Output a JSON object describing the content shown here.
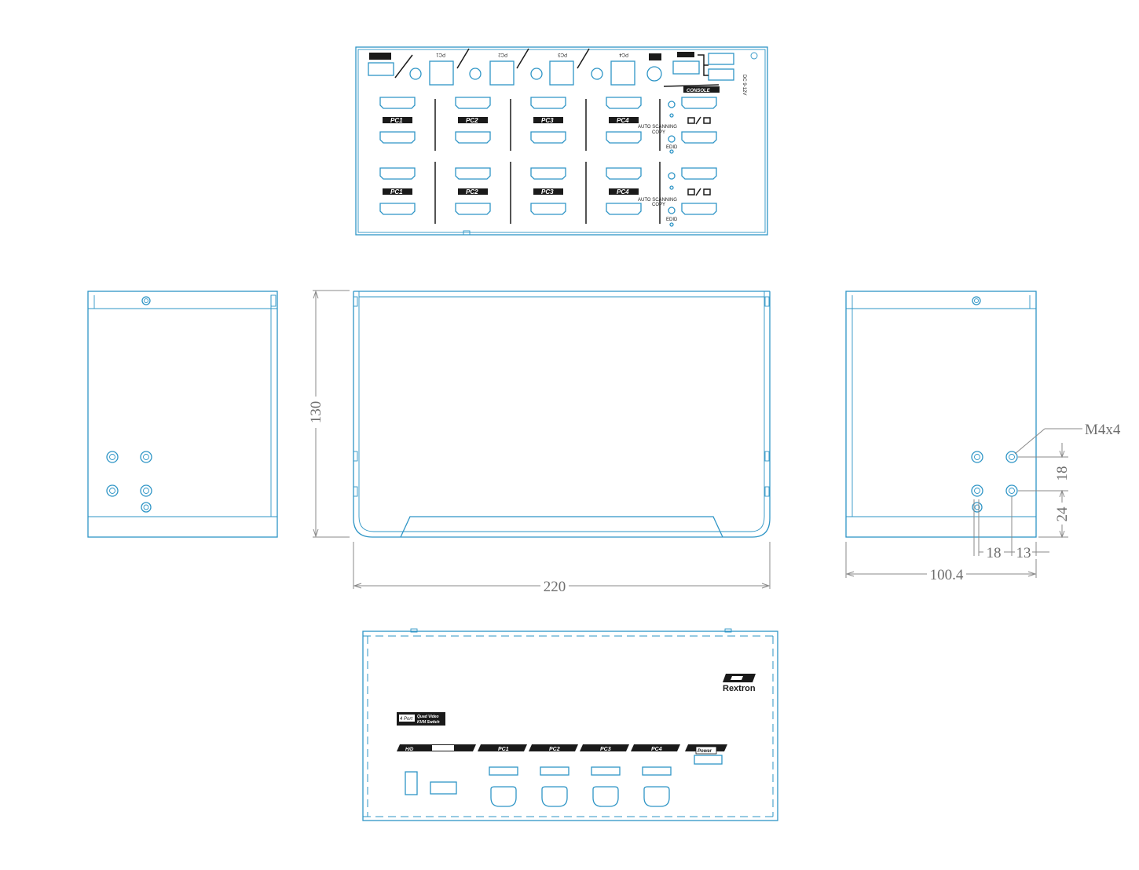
{
  "dimensions": {
    "height_value": "130",
    "width_value": "220",
    "depth_value": "100.4",
    "screw_label": "M4x4",
    "hole_vertical_spacing": "18",
    "hole_bottom_offset": "24",
    "hole_horizontal_spacing": "18",
    "hole_edge_offset": "13"
  },
  "rear_panel": {
    "pc_labels": [
      "PC1",
      "PC2",
      "PC3",
      "PC4"
    ],
    "console_label": "CONSOLE",
    "dc_label": "DC 9-12V",
    "auto_scan_label": "AUTO SCANNING",
    "copy_label": "COPY",
    "edid_label": "EDID"
  },
  "front_panel": {
    "brand": "Rextron",
    "model_line1": "4 Port",
    "model_line2": "Quad Video",
    "model_line3": "KVM Switch",
    "usb_label": "H/D",
    "port_labels": [
      "PC1",
      "PC2",
      "PC3",
      "PC4"
    ],
    "power_label": "Power"
  }
}
